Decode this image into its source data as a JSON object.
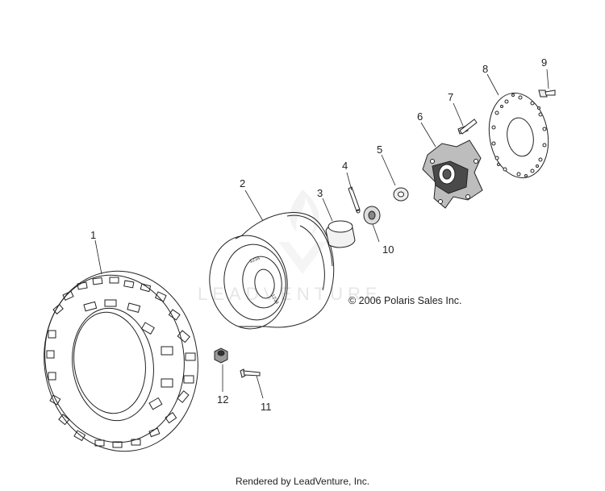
{
  "watermark": {
    "brand": "LEADVENTURE"
  },
  "copyright": "© 2006 Polaris Sales Inc.",
  "footer": "Rendered by LeadVenture, Inc.",
  "callouts": {
    "c1": "1",
    "c2": "2",
    "c3": "3",
    "c4": "4",
    "c5": "5",
    "c6": "6",
    "c7": "7",
    "c8": "8",
    "c9": "9",
    "c10": "10",
    "c11": "11",
    "c12": "12"
  },
  "icons": {
    "watermark": "leadventure-flame-logo-icon"
  }
}
